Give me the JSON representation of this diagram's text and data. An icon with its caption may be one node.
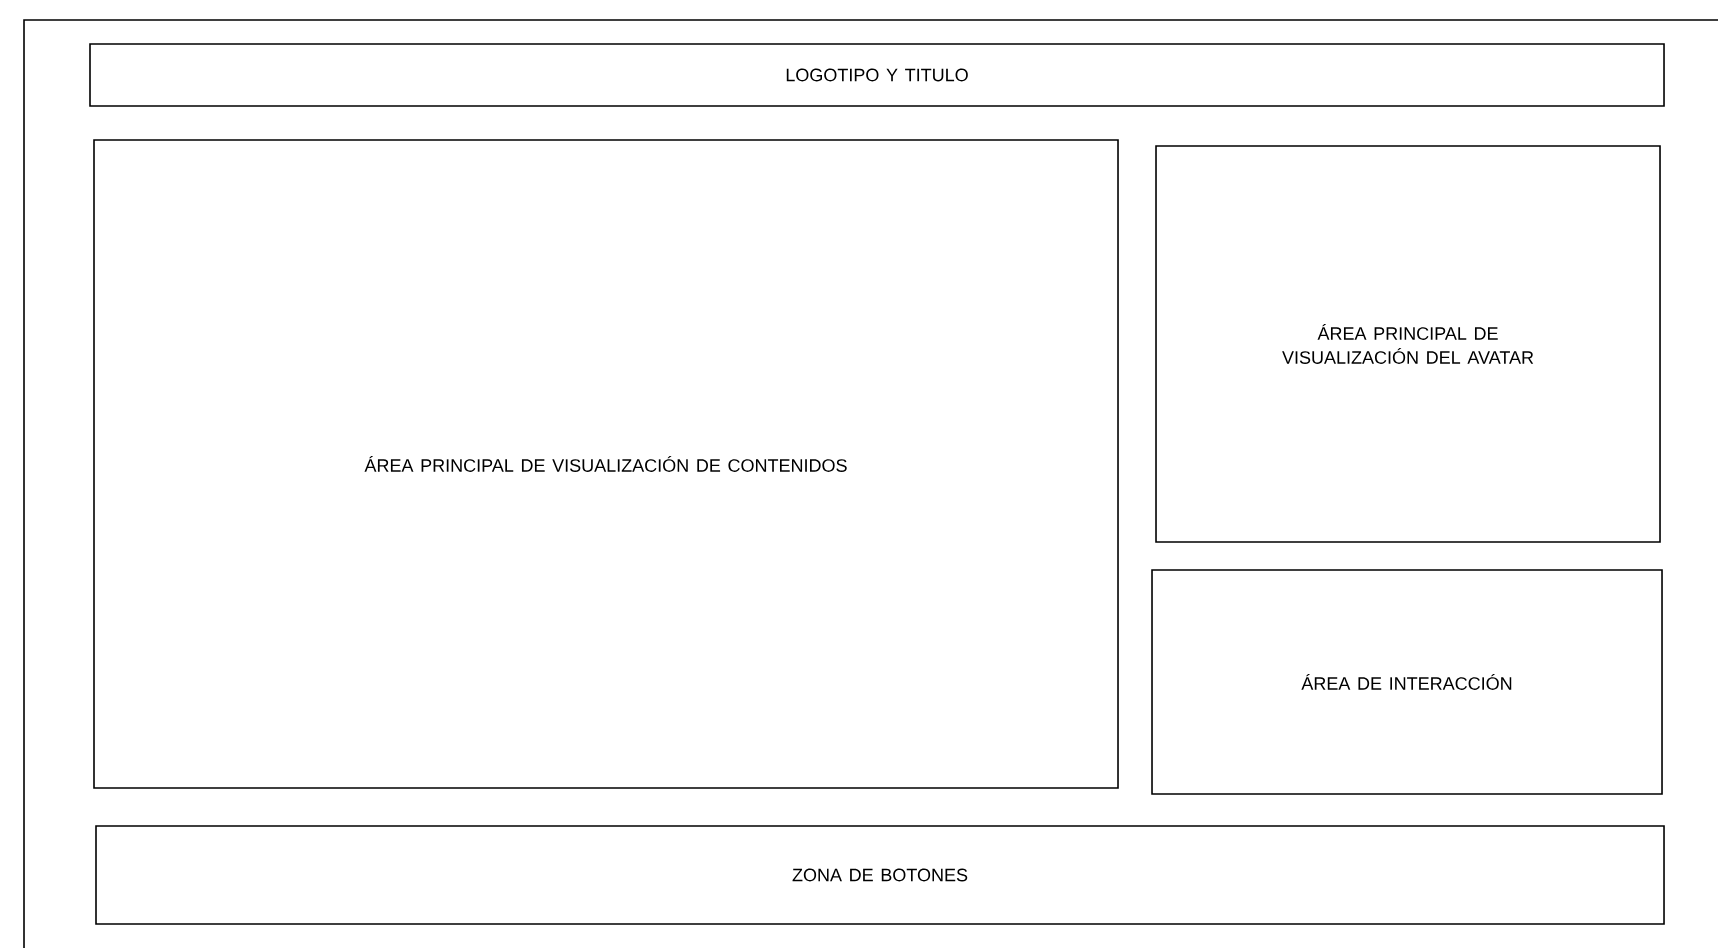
{
  "diagram": {
    "nodes": [
      {
        "text": [],
        "shape": "box"
      },
      {
        "text": [
          "LOGOTIPO Y TITULO"
        ],
        "in": 0
      },
      {
        "text": [
          "ÁREA PRINCIPAL DE VISUALIZACIÓN DE CONTENIDOS"
        ],
        "in": 0
      },
      {
        "text": [
          "ÁREA PRINCIPAL DE VISUALIZACIÓN DEL AVATAR"
        ],
        "in": 0
      },
      {
        "text": [
          "ÁREA DE INTERACCIÓN"
        ],
        "in": 0
      },
      {
        "text": [
          "ZONA DE BOTONES"
        ],
        "in": 0
      }
    ]
  }
}
